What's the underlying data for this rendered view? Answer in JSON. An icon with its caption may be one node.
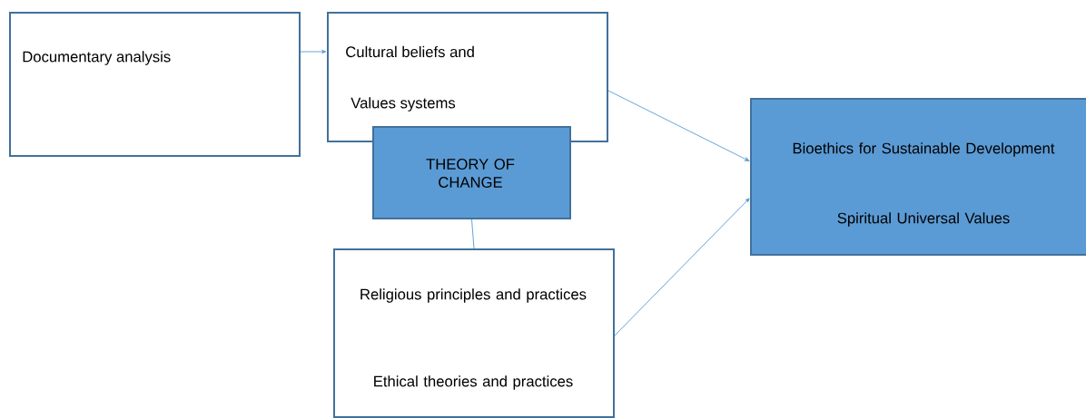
{
  "diagram": {
    "nodes": [
      {
        "text": [
          "Documentary analysis"
        ]
      },
      {
        "text": [
          "Cultural beliefs and",
          "Values systems"
        ]
      },
      {
        "text": [
          "THEORY OF CHANGE"
        ]
      },
      {
        "text": [
          "Religious principles and practices",
          "Ethical theories and practices"
        ]
      },
      {
        "text": [
          "Bioethics for Sustainable Development",
          "Spiritual Universal Values"
        ]
      }
    ],
    "edges": [
      {
        "from": 0,
        "to": 1,
        "arrow": "to"
      },
      {
        "from": 1,
        "to": 4,
        "arrow": "to"
      },
      {
        "from": 2,
        "to": 3,
        "arrow": "none"
      },
      {
        "from": 3,
        "to": 4,
        "arrow": "to"
      }
    ]
  }
}
